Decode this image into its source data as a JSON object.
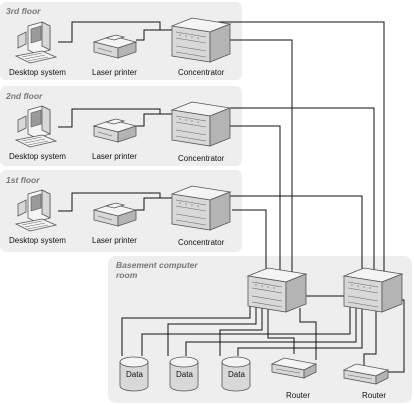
{
  "zones": {
    "floor3": "3rd floor",
    "floor2": "2nd floor",
    "floor1": "1st floor",
    "basement_line1": "Basement computer",
    "basement_line2": "room"
  },
  "labels": {
    "desktop_system": "Desktop system",
    "laser_printer": "Laser printer",
    "concentrator": "Concentrator",
    "data": "Data",
    "router": "Router"
  }
}
